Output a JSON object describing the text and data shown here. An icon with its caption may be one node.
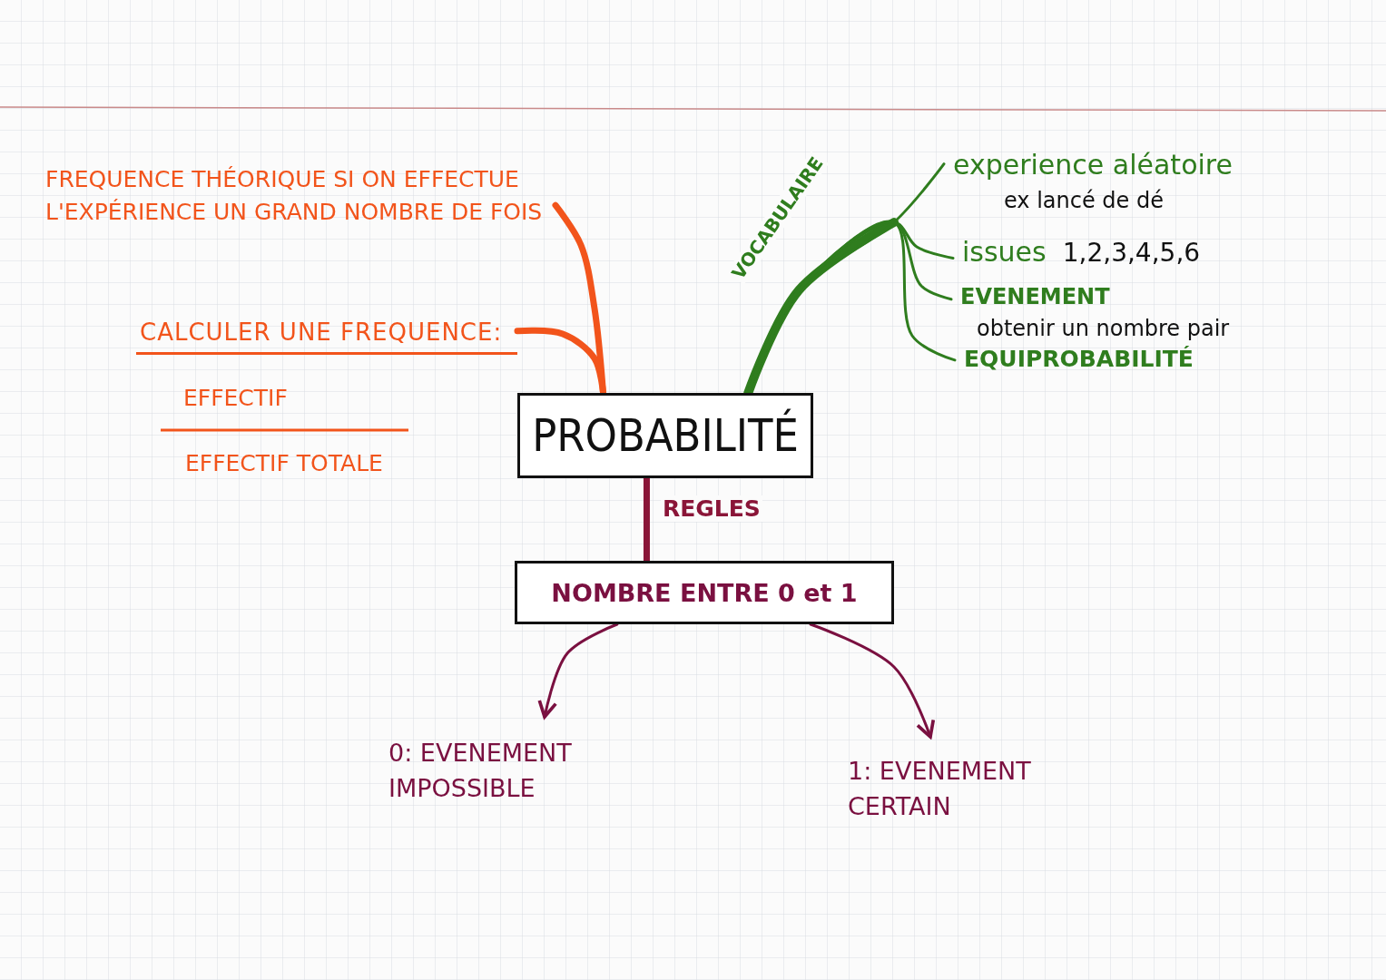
{
  "diagram": {
    "nodes": [
      {
        "text": [
          "PROBABILITÉ"
        ]
      },
      {
        "text": [
          "NOMBRE ENTRE 0 et 1"
        ]
      },
      {
        "text": [
          "0: EVENEMENT IMPOSSIBLE"
        ]
      },
      {
        "text": [
          "1: EVENEMENT CERTAIN"
        ]
      },
      {
        "text": [
          "FREQUENCE THÉORIQUE SI ON EFFECTUE L'EXPÉRIENCE UN GRAND NOMBRE DE FOIS"
        ]
      },
      {
        "text": [
          "CALCULER UNE FREQUENCE:"
        ]
      },
      {
        "text": [
          "experience aléatoire",
          "ex lancé de dé"
        ]
      },
      {
        "text": [
          "issues",
          "1,2,3,4,5,6"
        ]
      },
      {
        "text": [
          "EVENEMENT",
          "obtenir un nombre pair"
        ]
      },
      {
        "text": [
          "EQUIPROBABILITÉ"
        ]
      }
    ],
    "edges": [
      {
        "from": 0,
        "to": 1,
        "arrow": "none",
        "label": "REGLES",
        "style": "thick",
        "color": "#8a1538"
      },
      {
        "from": 1,
        "to": 2,
        "arrow": "to",
        "color": "#7a1040"
      },
      {
        "from": 1,
        "to": 3,
        "arrow": "to",
        "color": "#7a1040"
      },
      {
        "from": 0,
        "to": 4,
        "arrow": "none",
        "style": "thick",
        "color": "#f2541b"
      },
      {
        "from": 0,
        "to": 5,
        "arrow": "none",
        "style": "thick",
        "color": "#f2541b"
      },
      {
        "from": 0,
        "to": 6,
        "arrow": "none",
        "label": "VOCABULAIRE",
        "color": "#2f7d1e"
      },
      {
        "from": 0,
        "to": 7,
        "arrow": "none",
        "color": "#2f7d1e"
      },
      {
        "from": 0,
        "to": 8,
        "arrow": "none",
        "color": "#2f7d1e"
      },
      {
        "from": 0,
        "to": 9,
        "arrow": "none",
        "color": "#2f7d1e"
      }
    ],
    "labels": [
      "EFFECTIF",
      "EFFECTIF TOTALE"
    ]
  }
}
